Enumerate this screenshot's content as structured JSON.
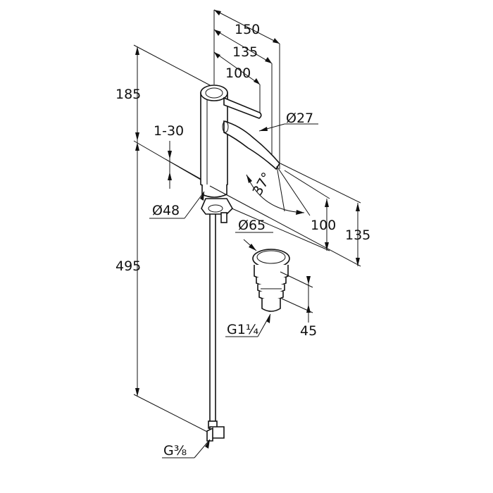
{
  "dimensions": {
    "width_150": "150",
    "width_135": "135",
    "width_100": "100",
    "height_185": "185",
    "adjust_1_30": "1-30",
    "spout_dia": "Ø27",
    "angle": "37°",
    "body_dia": "Ø48",
    "height_495": "495",
    "spout_height_100": "100",
    "spout_height_135": "135",
    "waste_dia": "Ø65",
    "thread_g114": "G1¼",
    "waste_height_45": "45",
    "thread_g38": "G⅜"
  }
}
